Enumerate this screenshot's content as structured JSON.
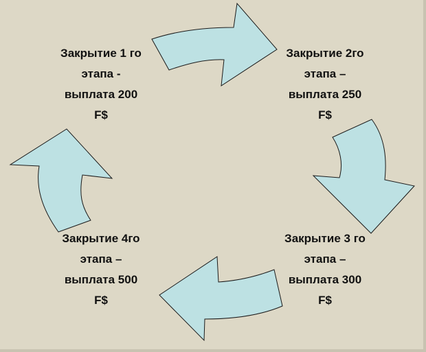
{
  "diagram": {
    "arrow_fill": "#bde1e3",
    "arrow_stroke": "#1a1a1a",
    "background": "#ddd8c6",
    "stages": [
      {
        "id": "stage-1",
        "lines": [
          "Закрытие 1 го",
          "этапа -",
          "выплата 200",
          "F$"
        ]
      },
      {
        "id": "stage-2",
        "lines": [
          "Закрытие 2го",
          "этапа –",
          "выплата 250",
          "F$"
        ]
      },
      {
        "id": "stage-3",
        "lines": [
          "Закрытие 3 го",
          "этапа –",
          "выплата 300",
          "F$"
        ]
      },
      {
        "id": "stage-4",
        "lines": [
          "Закрытие 4го",
          "этапа –",
          "выплата 500",
          "F$"
        ]
      }
    ]
  }
}
